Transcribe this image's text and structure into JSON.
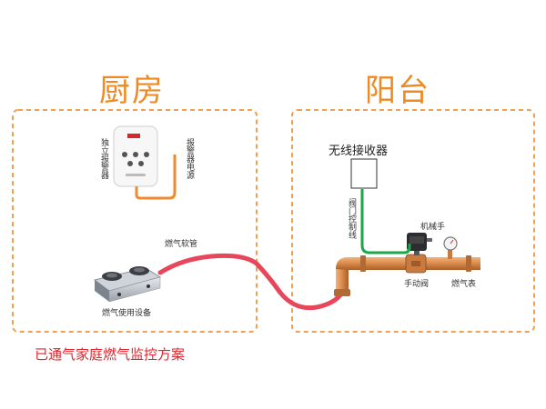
{
  "rooms": {
    "kitchen": "厨房",
    "balcony": "阳台"
  },
  "labels": {
    "detector": "独立报警器",
    "alarm_power": "报警器电源",
    "gas_hose": "燃气软管",
    "gas_appliance": "燃气使用设备",
    "wireless_receiver": "无线接收器",
    "valve_control_line": "阀门控制线",
    "manipulator": "机械手",
    "manual_valve": "手动阀",
    "gas_meter": "燃气表"
  },
  "caption": "已通气家庭燃气监控方案",
  "colors": {
    "dashed_border": "#f0a050",
    "title": "#ef8a23",
    "caption": "#e0242b",
    "hose": "#e8465a",
    "pipe": "#d9894a",
    "power_cable": "#f08a30",
    "control_line": "#1fa64a"
  }
}
